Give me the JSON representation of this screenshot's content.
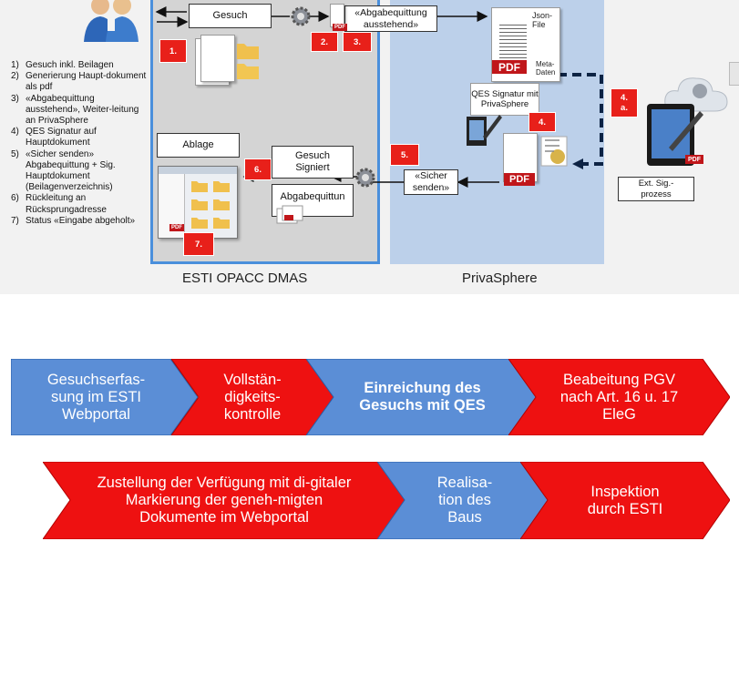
{
  "diagram": {
    "panels": {
      "esti": "ESTI OPACC DMAS",
      "priva": "PrivaSphere"
    },
    "steps": [
      {
        "n": "1)",
        "text": "Gesuch inkl. Beilagen"
      },
      {
        "n": "2)",
        "text": "Generierung Haupt-dokument als pdf"
      },
      {
        "n": "3)",
        "text": "«Abgabequittung ausstehend», Weiter-leitung an PrivaSphere"
      },
      {
        "n": "4)",
        "text": "QES Signatur auf Hauptdokument"
      },
      {
        "n": "5)",
        "text": "«Sicher senden» Abgabequittung + Sig. Hauptdokument (Beilagenverzeichnis)"
      },
      {
        "n": "6)",
        "text": "Rückleitung an Rücksprungadresse"
      },
      {
        "n": "7)",
        "text": "Status «Eingabe abgeholt»"
      }
    ],
    "boxes": {
      "gesuch": "Gesuch",
      "abgabequittung_ausstehend": "«Abgabequittung ausstehend»",
      "json_file": "Json-File",
      "qes_signatur": "QES Signatur mit PrivaSphere",
      "meta_daten": "Meta-Daten",
      "ablage": "Ablage",
      "gesuch_signiert": "Gesuch Signiert",
      "abgabequittun": "Abgabequittun",
      "sicher_senden": "«Sicher senden»",
      "ext_sig": "Ext. Sig.-prozess"
    },
    "markers": [
      "1.",
      "2.",
      "3.",
      "4.",
      "4. a.",
      "5.",
      "6.",
      "7."
    ],
    "pdf": "PDF"
  },
  "process_row1": [
    {
      "label": "Gesuchserfas-sung im ESTI Webportal",
      "color": "#5b8ed6",
      "bold": false
    },
    {
      "label": "Vollstän-digkeits-kontrolle",
      "color": "#ee1111",
      "bold": false
    },
    {
      "label": "Einreichung des Gesuchs mit QES",
      "color": "#5b8ed6",
      "bold": true
    },
    {
      "label": "Beabeitung PGV nach Art. 16 u. 17 EleG",
      "color": "#ee1111",
      "bold": false
    }
  ],
  "process_row2": [
    {
      "label": "Zustellung der Verfügung mit di-gitaler Markierung der geneh-migten Dokumente im Webportal",
      "color": "#ee1111",
      "bold": false
    },
    {
      "label": "Realisa-tion des Baus",
      "color": "#5b8ed6",
      "bold": false
    },
    {
      "label": "Inspektion durch ESTI",
      "color": "#ee1111",
      "bold": false
    }
  ]
}
